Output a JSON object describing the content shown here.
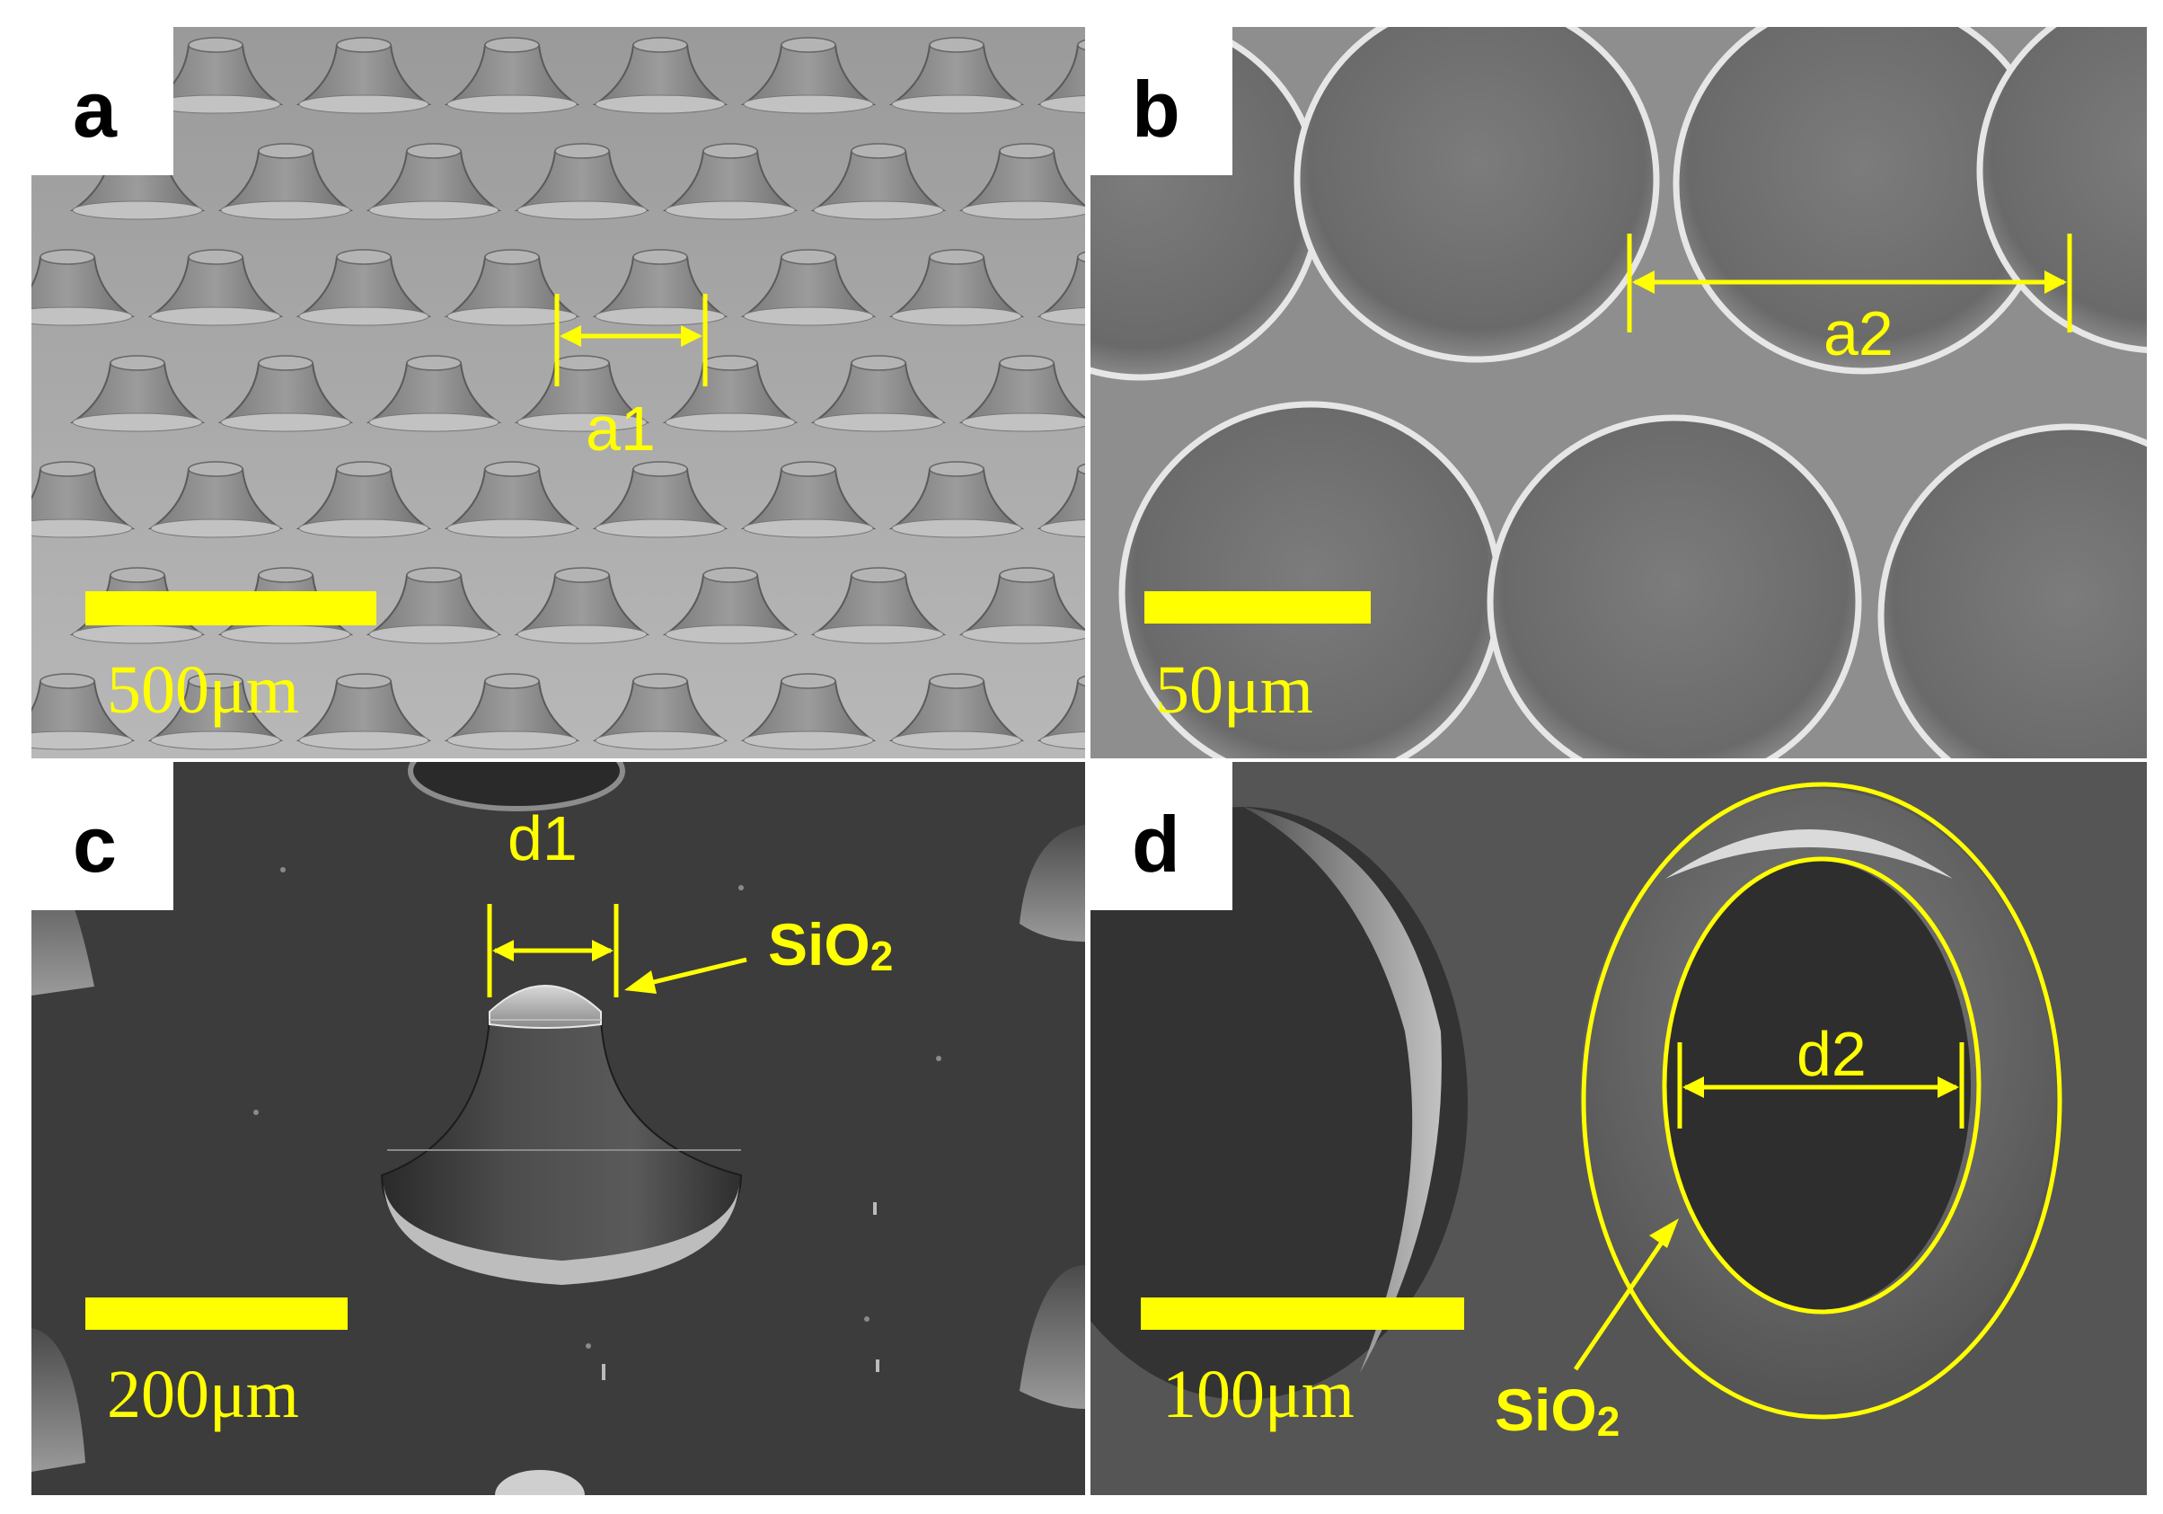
{
  "figure": {
    "panels": [
      {
        "letter": "a",
        "scale_label": "500μm",
        "labels": [
          "a1"
        ]
      },
      {
        "letter": "b",
        "scale_label": "50μm",
        "labels": [
          "a2"
        ]
      },
      {
        "letter": "c",
        "scale_label": "200μm",
        "labels": [
          "d1"
        ],
        "material": {
          "main": "SiO",
          "sub": "2"
        }
      },
      {
        "letter": "d",
        "scale_label": "100μm",
        "labels": [
          "d2"
        ],
        "material": {
          "main": "SiO",
          "sub": "2"
        }
      }
    ],
    "colors": {
      "annotation": "#ffff00",
      "background": "#ffffff",
      "letter": "#000000"
    }
  }
}
